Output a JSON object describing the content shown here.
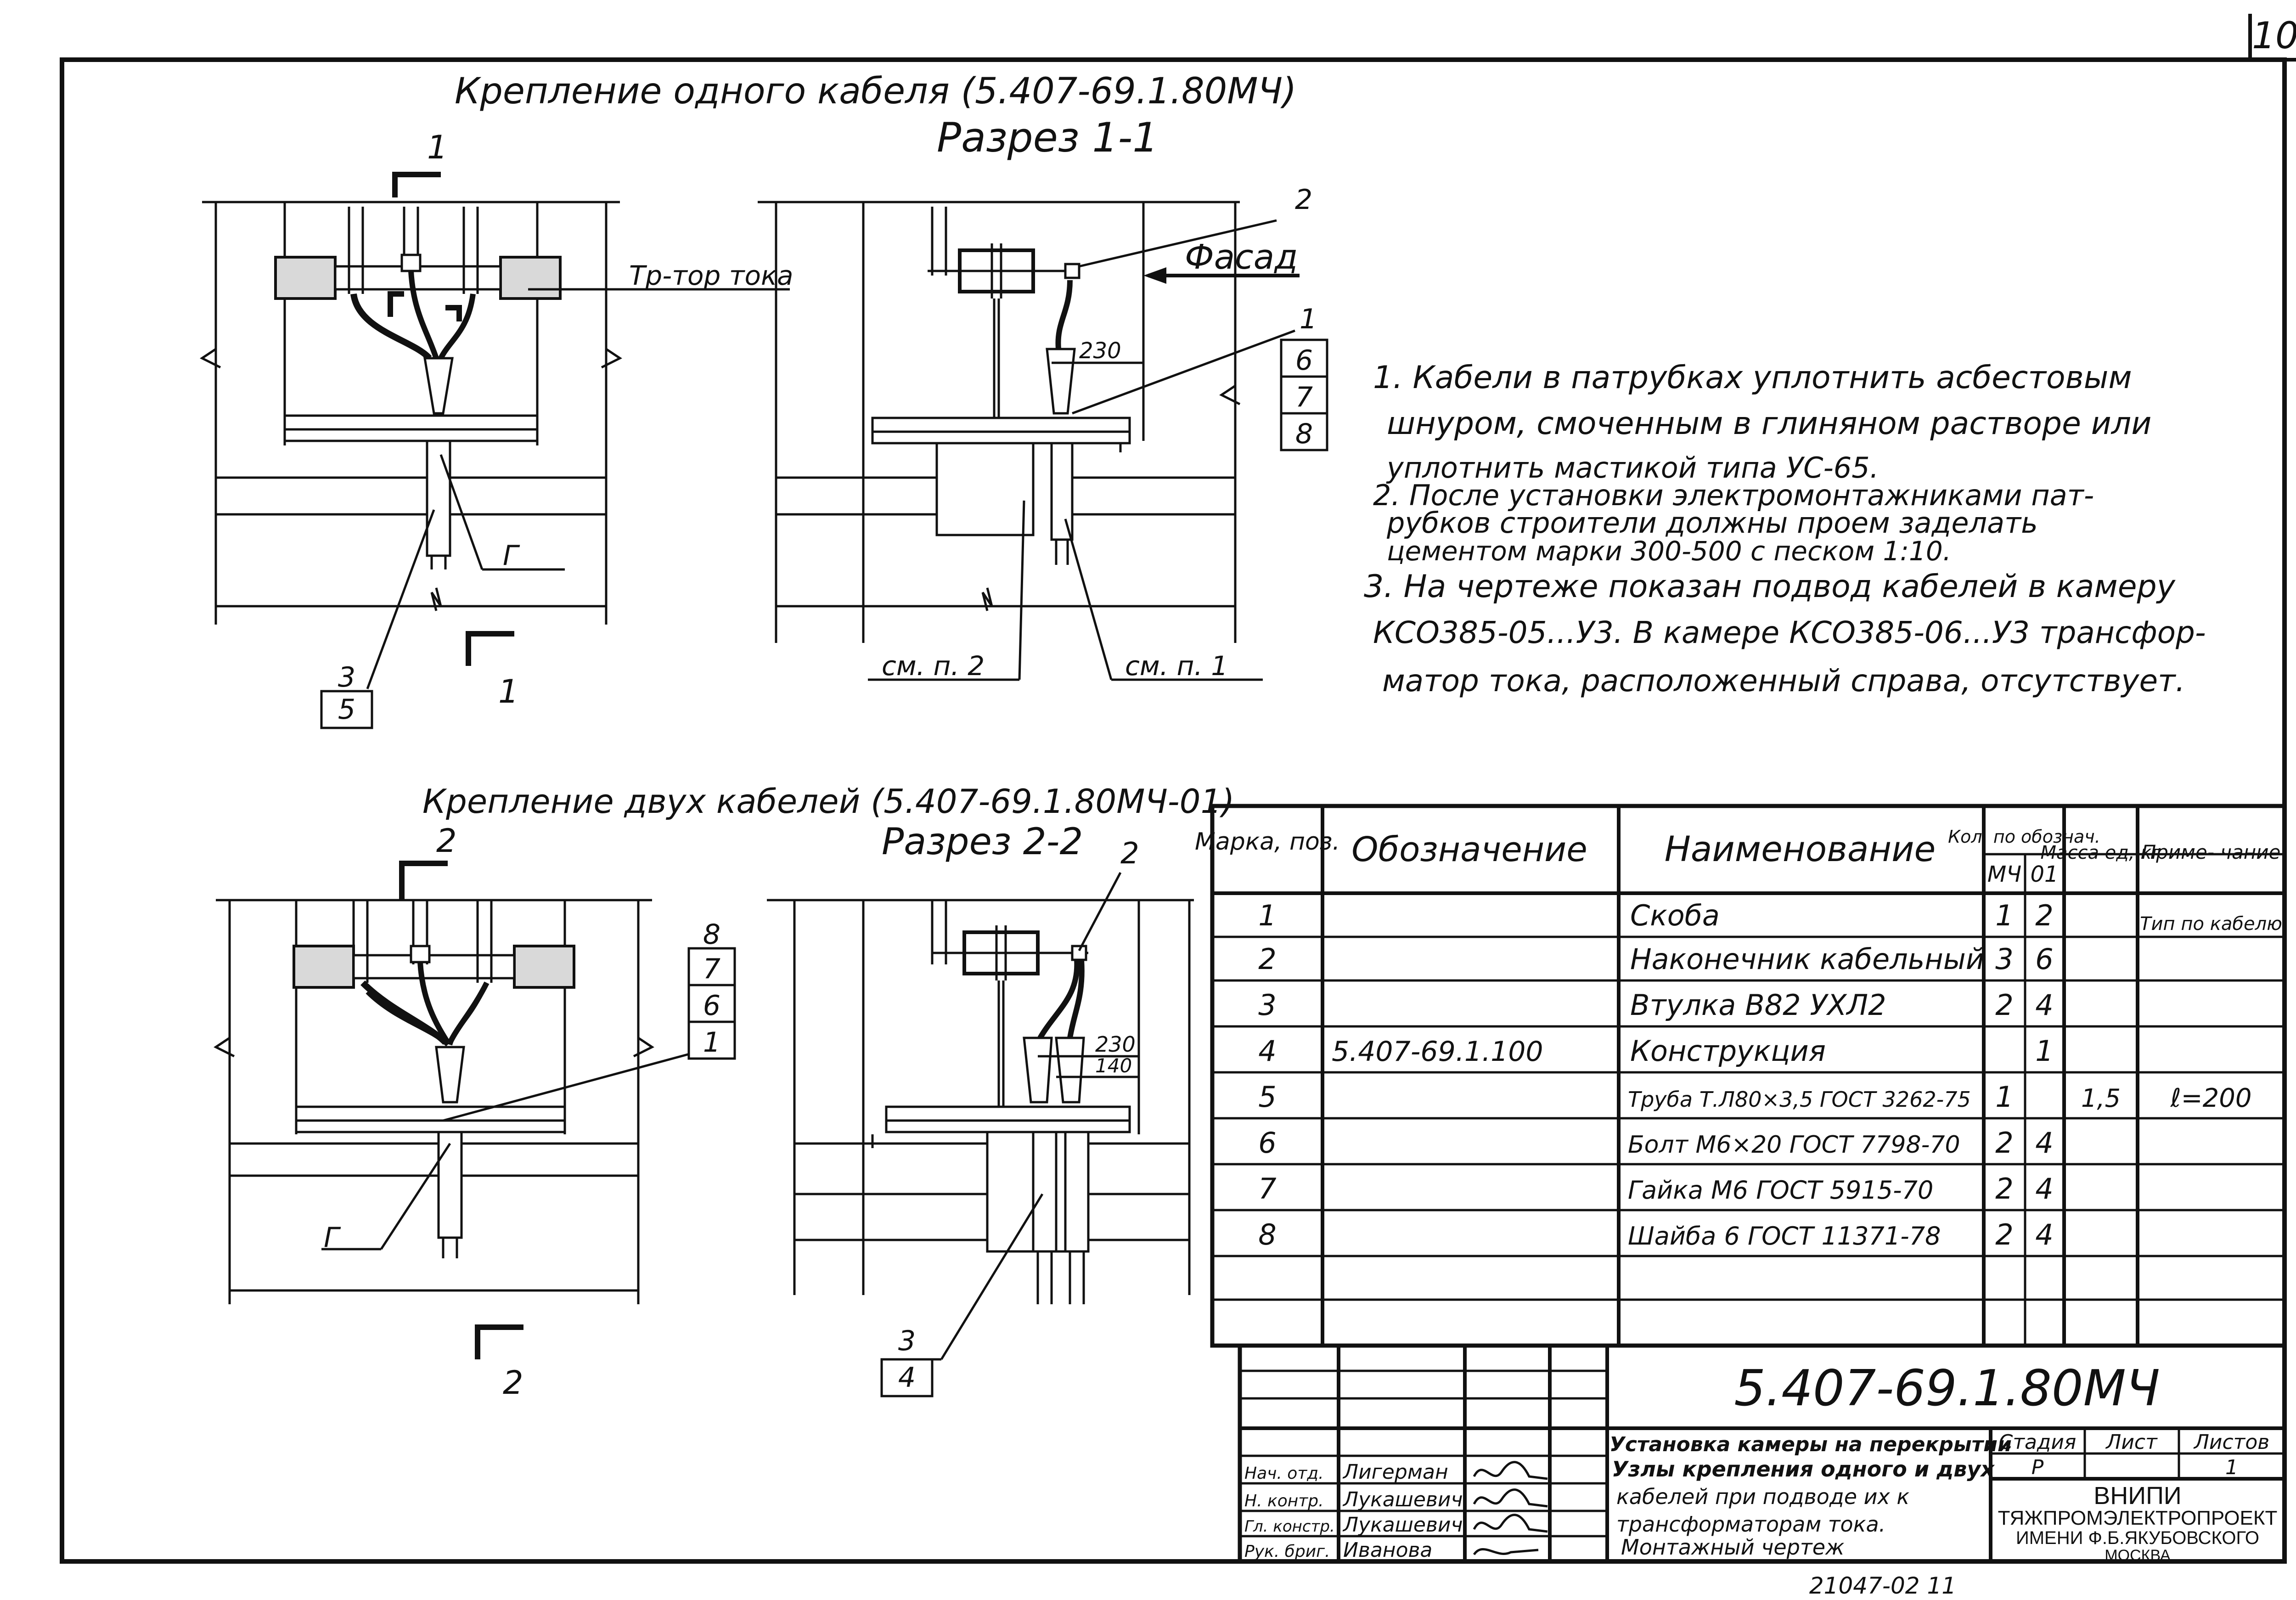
{
  "sheet_number": "10",
  "section1": {
    "title": "Крепление одного кабеля (5.407-69.1.80МЧ)",
    "cut_title": "Разрез 1-1",
    "cut_mark": "1",
    "current_transformer_label": "Тр-тор тока",
    "facade_label": "Фасад",
    "dim_230": "230",
    "ref_see_2": "см. п. 2",
    "ref_see_1": "см. п. 1",
    "callout_pos2": "2",
    "callout_stack_right": [
      "1",
      "6",
      "7",
      "8"
    ],
    "callout_stack_left": [
      "3",
      "5"
    ],
    "section_bracket": "Г"
  },
  "notes": [
    "1. Кабели в патрубках уплотнить асбестовым",
    "шнуром, смоченным в глиняном растворе или",
    "уплотнить мастикой типа УС-65.",
    "2. После установки электромонтажниками пат-",
    "рубков строители должны проем заделать",
    "цементом марки 300-500 с песком 1:10.",
    "3. На чертеже показан подвод кабелей в камеру",
    "КСО385-05...У3. В камере КСО385-06...У3 трансфор-",
    "матор тока, расположенный справа, отсутствует."
  ],
  "section2": {
    "title": "Крепление двух кабелей (5.407-69.1.80МЧ-01)",
    "cut_title": "Разрез 2-2",
    "cut_mark": "2",
    "dim_230": "230",
    "dim_140": "140",
    "callout_pos2": "2",
    "callout_stack_left": [
      "8",
      "7",
      "6",
      "1"
    ],
    "callout_stack_bottom": [
      "3",
      "4"
    ],
    "section_bracket": "Г"
  },
  "spec_table": {
    "headers": {
      "mark": "Марка, поз.",
      "designation": "Обозначение",
      "name": "Наименование",
      "qty": "Кол. по обознач.",
      "qty_mch": "МЧ",
      "qty_01": "01",
      "mass": "Масса ед, кг",
      "note": "Приме- чание"
    },
    "rows": [
      {
        "pos": "1",
        "designation": "",
        "name": "Скоба",
        "mch": "1",
        "v01": "2",
        "mass": "",
        "note": "Тип по кабелю"
      },
      {
        "pos": "2",
        "designation": "",
        "name": "Наконечник кабельный",
        "mch": "3",
        "v01": "6",
        "mass": "",
        "note": ""
      },
      {
        "pos": "3",
        "designation": "",
        "name": "Втулка В82 УХЛ2",
        "mch": "2",
        "v01": "4",
        "mass": "",
        "note": ""
      },
      {
        "pos": "4",
        "designation": "5.407-69.1.100",
        "name": "Конструкция",
        "mch": "",
        "v01": "1",
        "mass": "",
        "note": ""
      },
      {
        "pos": "5",
        "designation": "",
        "name": "Труба Т.Л80×3,5 ГОСТ 3262-75",
        "mch": "1",
        "v01": "",
        "mass": "1,5",
        "note": "ℓ=200"
      },
      {
        "pos": "6",
        "designation": "",
        "name": "Болт М6×20 ГОСТ 7798-70",
        "mch": "2",
        "v01": "4",
        "mass": "",
        "note": ""
      },
      {
        "pos": "7",
        "designation": "",
        "name": "Гайка М6 ГОСТ 5915-70",
        "mch": "2",
        "v01": "4",
        "mass": "",
        "note": ""
      },
      {
        "pos": "8",
        "designation": "",
        "name": "Шайба 6 ГОСТ 11371-78",
        "mch": "2",
        "v01": "4",
        "mass": "",
        "note": ""
      }
    ]
  },
  "title_block": {
    "doc_code": "5.407-69.1.80МЧ",
    "description": [
      "Установка камеры на перекрытии",
      "Узлы крепления одного и двух",
      "кабелей при подводе их к",
      "трансформаторам тока.",
      "Монтажный чертеж"
    ],
    "stage_label": "Стадия",
    "sheet_label": "Лист",
    "sheets_label": "Листов",
    "stage_value": "Р",
    "sheets_value": "1",
    "org_lines": [
      "ВНИПИ",
      "ТЯЖПРОМЭЛЕКТРОПРОЕКТ",
      "ИМЕНИ Ф.Б.ЯКУБОВСКОГО",
      "МОСКВА"
    ],
    "signatures": [
      {
        "role": "Нач. отд.",
        "name": "Лигерман"
      },
      {
        "role": "Н. контр.",
        "name": "Лукашевич"
      },
      {
        "role": "Гл. констр.",
        "name": "Лукашевич"
      },
      {
        "role": "Рук. бриг.",
        "name": "Иванова"
      }
    ]
  },
  "archive_number": "21047-02   11"
}
